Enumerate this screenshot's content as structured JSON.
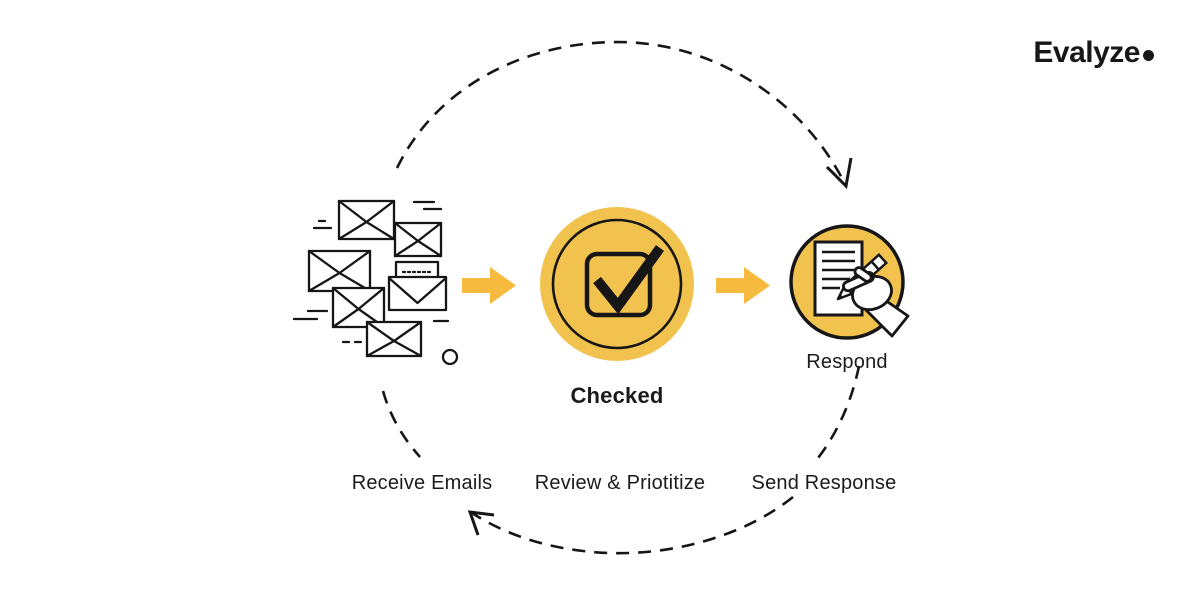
{
  "logo": {
    "text": "Evalyze"
  },
  "colors": {
    "node_yellow": "#F2C24F",
    "arrow_yellow": "#F6BA3F",
    "ink": "#1B1B1B",
    "background": "#FFFFFF"
  },
  "diagram": {
    "title_hint": "email handling cycle",
    "nodes": [
      {
        "id": "incoming-emails",
        "icon": "emails-cluster-icon",
        "label": ""
      },
      {
        "id": "checked",
        "icon": "checkbox-check-icon",
        "label": "Checked"
      },
      {
        "id": "respond",
        "icon": "writing-hand-icon",
        "label": "Respond"
      }
    ],
    "steps": [
      {
        "label": "Receive Emails"
      },
      {
        "label": "Review & Priotitize"
      },
      {
        "label": "Send Response"
      }
    ]
  }
}
